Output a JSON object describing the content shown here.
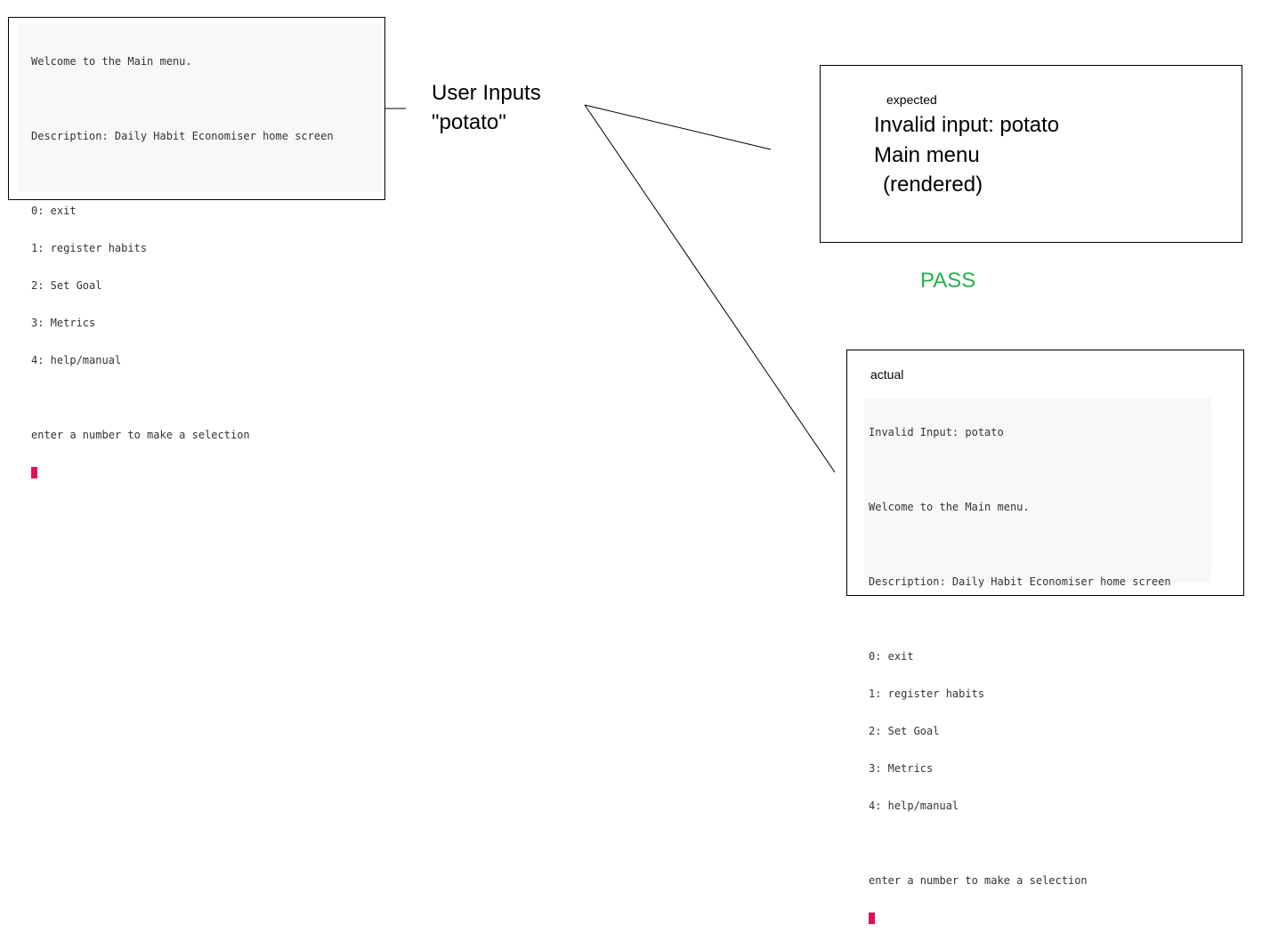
{
  "initial_screen": {
    "lines": [
      "Welcome to the Main menu.",
      "",
      "Description: Daily Habit Economiser home screen",
      "",
      "0: exit",
      "1: register habits",
      "2: Set Goal",
      "3: Metrics",
      "4: help/manual",
      "",
      "enter a number to make a selection"
    ]
  },
  "annotation": {
    "line1": "User Inputs",
    "line2": "\"potato\""
  },
  "expected": {
    "caption": "expected",
    "line1": "Invalid input: potato",
    "line2": "Main menu",
    "line3": "(rendered)"
  },
  "result": {
    "label": "PASS",
    "color": "#22b14c"
  },
  "actual": {
    "caption": "actual",
    "lines": [
      "Invalid Input: potato",
      "",
      "Welcome to the Main menu.",
      "",
      "Description: Daily Habit Economiser home screen",
      "",
      "0: exit",
      "1: register habits",
      "2: Set Goal",
      "3: Metrics",
      "4: help/manual",
      "",
      "enter a number to make a selection"
    ]
  },
  "colors": {
    "cursor": "#e0105a",
    "terminal_bg": "#f8f8f8"
  }
}
